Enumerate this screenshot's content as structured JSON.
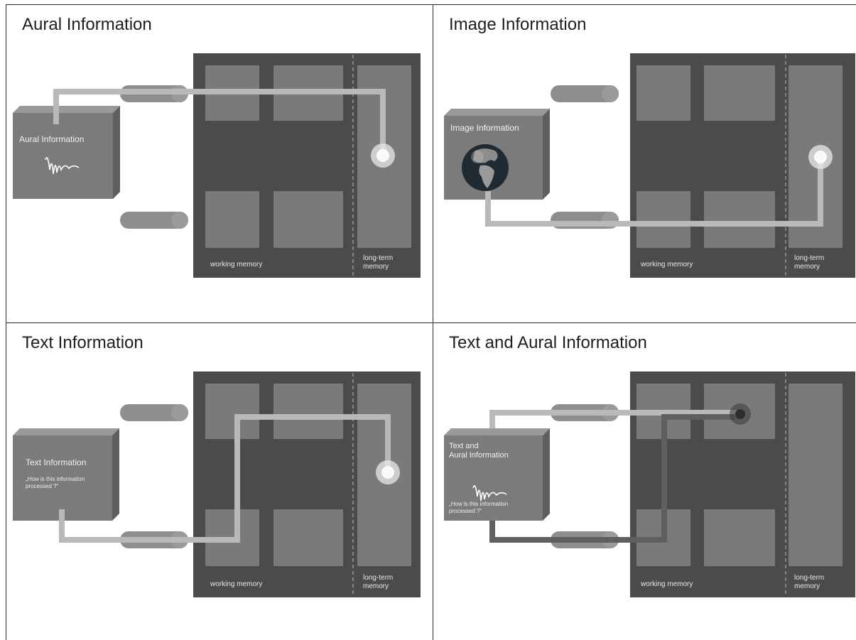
{
  "panels": [
    {
      "title": "Aural Information",
      "box": {
        "lines": [
          "Aural Information"
        ],
        "icon": "sound-wave-icon"
      },
      "labels": {
        "working_memory": "working memory",
        "long_term_memory": [
          "long-term",
          "memory"
        ]
      }
    },
    {
      "title": "Image Information",
      "box": {
        "lines": [
          "Image Information"
        ],
        "icon": "earth-globe-icon"
      },
      "labels": {
        "working_memory": "working memory",
        "long_term_memory": [
          "long-term",
          "memory"
        ]
      }
    },
    {
      "title": "Text Information",
      "box": {
        "lines": [
          "Text Information"
        ],
        "quote": [
          "„How is this information",
          "processed ?“"
        ],
        "icon": ""
      },
      "labels": {
        "working_memory": "working memory",
        "long_term_memory": [
          "long-term",
          "memory"
        ]
      }
    },
    {
      "title": "Text and Aural Information",
      "box": {
        "lines": [
          "Text and",
          "Aural Information"
        ],
        "quote": [
          "„How is this information",
          "processed ?“"
        ],
        "icon": "sound-wave-icon"
      },
      "labels": {
        "working_memory": "working memory",
        "long_term_memory": [
          "long-term",
          "memory"
        ]
      }
    }
  ],
  "colors": {
    "background": "#ffffff",
    "memory_block": "#4b4b4b",
    "slot": "#7a7a7a",
    "cube_front": "#7b7b7b",
    "path_light": "#b9b9b9",
    "path_dark": "#5f5f5f",
    "channel": "#8e8e8e",
    "label_text": "#e8e8e8"
  }
}
